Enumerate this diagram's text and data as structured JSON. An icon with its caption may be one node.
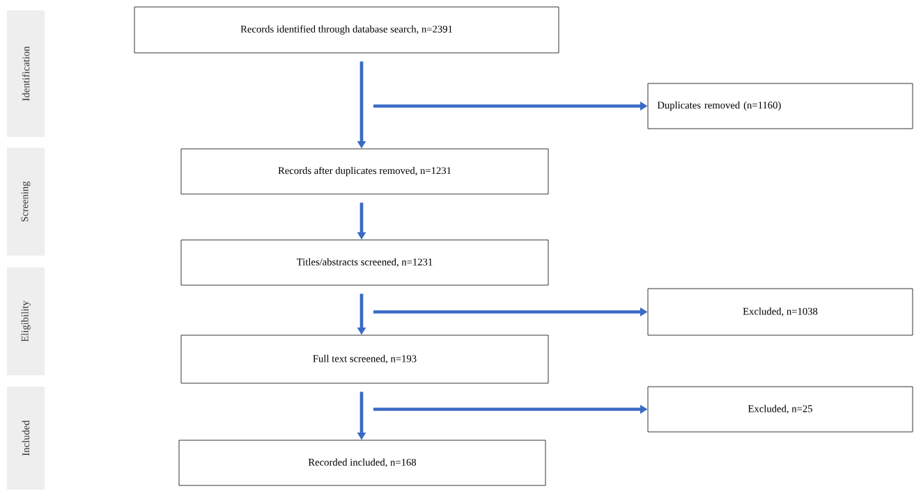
{
  "diagram": {
    "nodes": [
      {
        "text": [
          "Identification"
        ]
      },
      {
        "text": [
          "Screening"
        ]
      },
      {
        "text": [
          "Eligibility"
        ]
      },
      {
        "text": [
          "Included"
        ]
      },
      {
        "text": [
          "Records identified through database search, n=2391"
        ]
      },
      {
        "text": [
          "Duplicates removed (n=1160)"
        ]
      },
      {
        "text": [
          "Records after duplicates removed, n=1231"
        ]
      },
      {
        "text": [
          "Titles/abstracts screened, n=1231"
        ]
      },
      {
        "text": [
          "Excluded, n=1038"
        ]
      },
      {
        "text": [
          "Full text screened, n=193"
        ]
      },
      {
        "text": [
          "Excluded, n=25"
        ]
      },
      {
        "text": [
          "Recorded included, n=168"
        ]
      }
    ],
    "edges": [
      {
        "from": 4,
        "to": 6,
        "arrow": "to"
      },
      {
        "from": null,
        "to": 5,
        "arrow": "to"
      },
      {
        "from": 6,
        "to": 7,
        "arrow": "to"
      },
      {
        "from": 7,
        "to": 9,
        "arrow": "to"
      },
      {
        "from": null,
        "to": 8,
        "arrow": "to"
      },
      {
        "from": 9,
        "to": 11,
        "arrow": "to"
      },
      {
        "from": null,
        "to": 10,
        "arrow": "to"
      }
    ]
  }
}
